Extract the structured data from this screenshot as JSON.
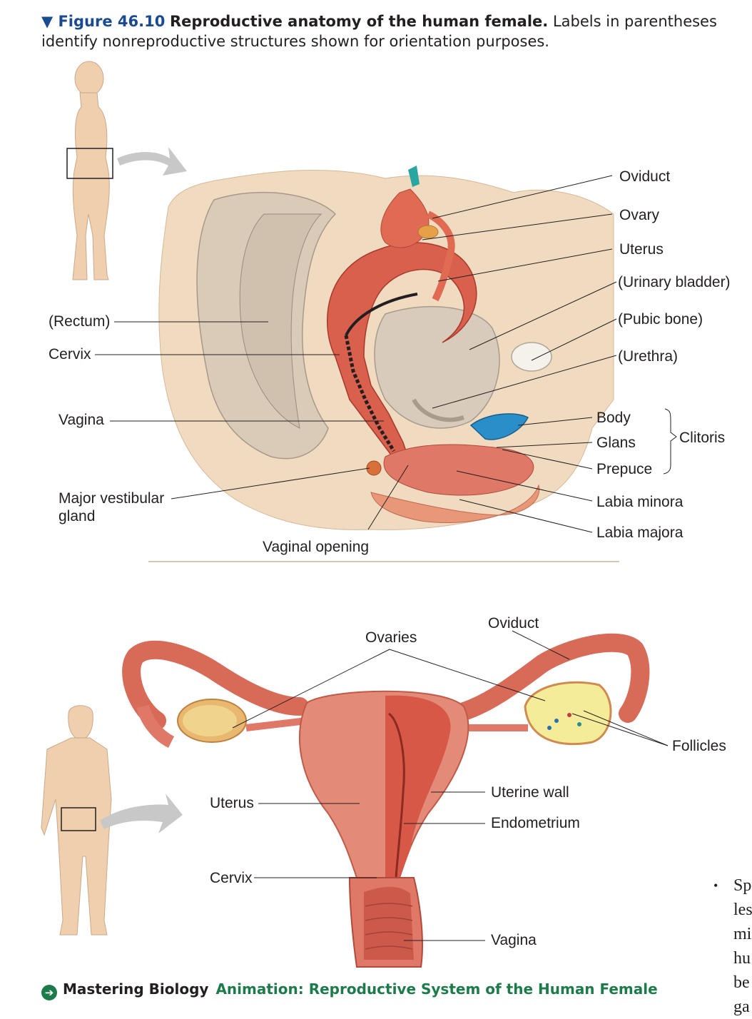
{
  "caption": {
    "figure_number": "▼ Figure 46.10",
    "title": "Reproductive anatomy of the human female.",
    "text": "Labels in parentheses identify nonreproductive structures shown for orientation purposes."
  },
  "side_view": {
    "labels_left": {
      "rectum": "(Rectum)",
      "cervix": "Cervix",
      "vagina": "Vagina",
      "major_vestibular_gland_line1": "Major vestibular",
      "major_vestibular_gland_line2": "gland"
    },
    "labels_right": {
      "oviduct": "Oviduct",
      "ovary": "Ovary",
      "uterus": "Uterus",
      "urinary_bladder": "(Urinary bladder)",
      "pubic_bone": "(Pubic bone)",
      "urethra": "(Urethra)",
      "body": "Body",
      "glans": "Glans",
      "prepuce": "Prepuce",
      "clitoris": "Clitoris",
      "labia_minora": "Labia minora",
      "labia_majora": "Labia majora"
    },
    "labels_bottom": {
      "vaginal_opening": "Vaginal opening"
    }
  },
  "front_view": {
    "labels": {
      "ovaries": "Ovaries",
      "oviduct": "Oviduct",
      "follicles": "Follicles",
      "uterus": "Uterus",
      "uterine_wall": "Uterine wall",
      "endometrium": "Endometrium",
      "cervix": "Cervix",
      "vagina": "Vagina"
    }
  },
  "footer": {
    "icon": "arrow-right-circle-icon",
    "brand": "Mastering Biology",
    "link": "Animation: Reproductive System of the Human Female"
  },
  "side_text": {
    "bullet": "•",
    "line1": "Sp",
    "line2": "les",
    "line3": "mi",
    "line4": "hu",
    "line5": "be",
    "line6": "ga"
  },
  "colors": {
    "figure_blue": "#1a4a8f",
    "mastering_green": "#1d7a4a",
    "skin": "#efcfae",
    "tissue_red": "#d85a4a",
    "arrow_gray": "#c8c8c8"
  }
}
